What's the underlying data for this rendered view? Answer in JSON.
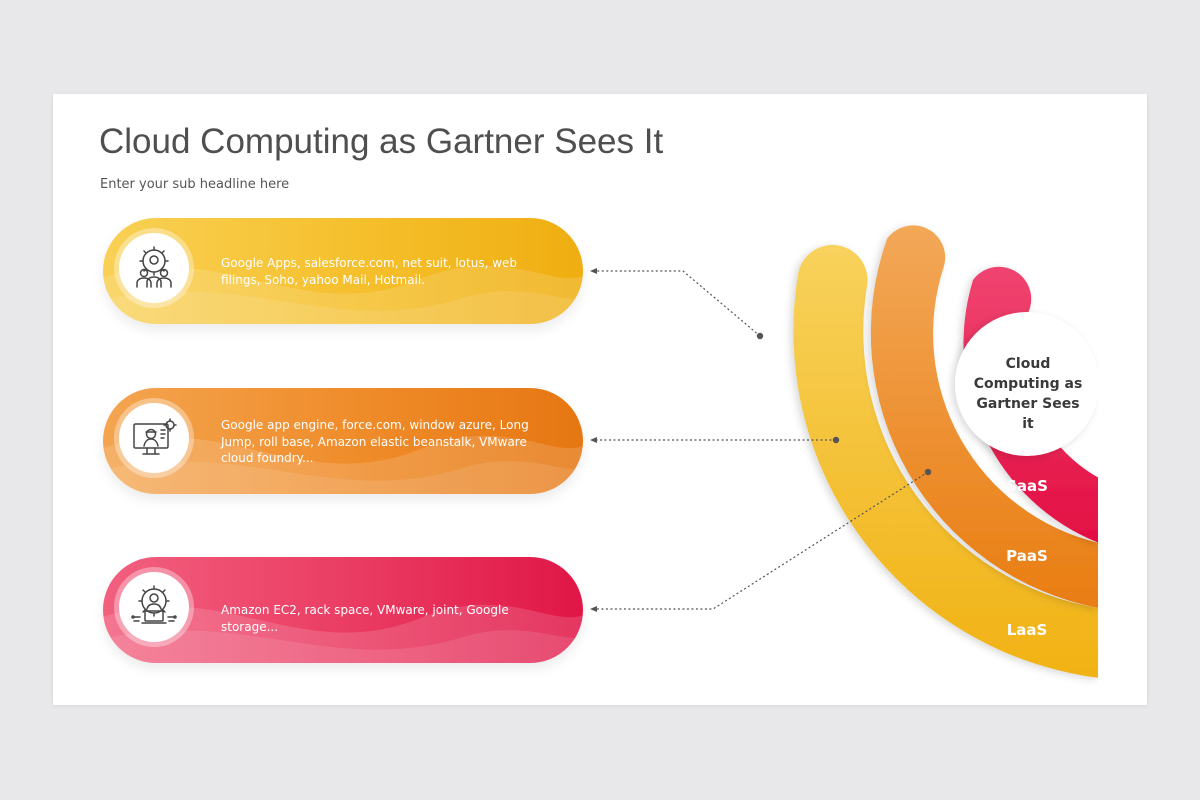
{
  "title": "Cloud Computing as Gartner Sees It",
  "subtitle": "Enter your sub headline here",
  "items": [
    {
      "text": "Google Apps, salesforce.com, net suit, lotus, web filings, Soho, yahoo Mail, Hotmail.",
      "icon": "gear-team-icon",
      "color": "#f5bf2b"
    },
    {
      "text": "Google app engine, force.com, window azure, Long Jump, roll base, Amazon elastic beanstalk, VMware cloud foundry...",
      "icon": "developer-monitor-icon",
      "color": "#ef8b29"
    },
    {
      "text": "Amazon EC2, rack space, VMware, joint, Google storage...",
      "icon": "gear-laptop-user-icon",
      "color": "#ea3a61"
    }
  ],
  "diagram": {
    "center_label": "Cloud Computing as Gartner Sees it",
    "rings": [
      {
        "label": "SaaS",
        "color": "#e8174b"
      },
      {
        "label": "PaaS",
        "color": "#ee8421"
      },
      {
        "label": "LaaS",
        "color": "#f3b51d"
      }
    ]
  }
}
